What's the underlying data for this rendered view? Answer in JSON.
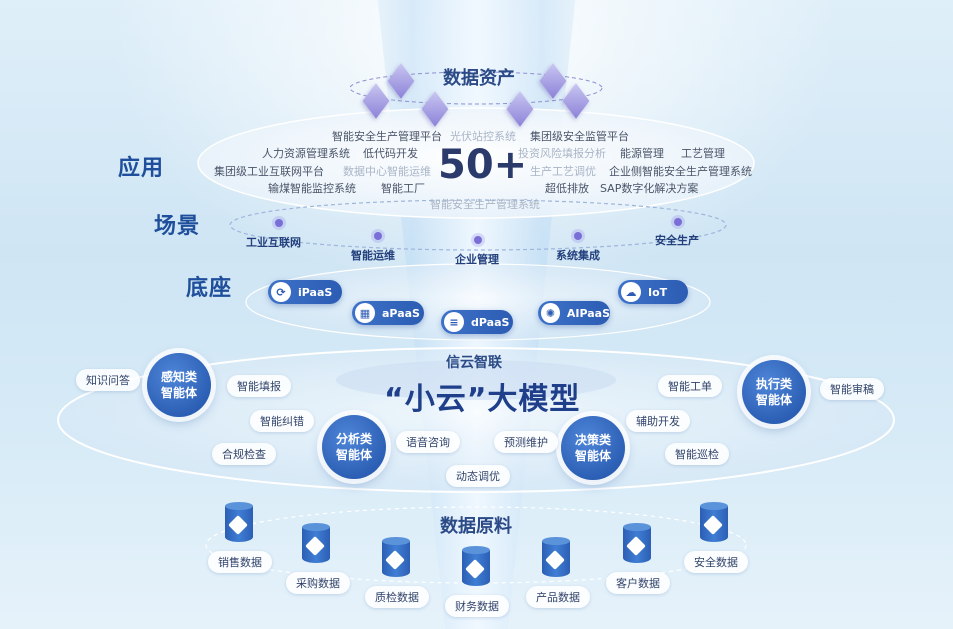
{
  "side_labels": {
    "apps": "应用",
    "scenes": "场景",
    "base": "底座"
  },
  "data_assets": {
    "title": "数据资产"
  },
  "applications": {
    "count": "50+",
    "items": [
      {
        "text": "智能安全生产管理平台",
        "faded": false
      },
      {
        "text": "光伏站控系统",
        "faded": true
      },
      {
        "text": "集团级安全监管平台",
        "faded": false
      },
      {
        "text": "人力资源管理系统",
        "faded": false
      },
      {
        "text": "低代码开发",
        "faded": false
      },
      {
        "text": "投资风险填报分析",
        "faded": true
      },
      {
        "text": "能源管理",
        "faded": false
      },
      {
        "text": "工艺管理",
        "faded": false
      },
      {
        "text": "集团级工业互联网平台",
        "faded": false
      },
      {
        "text": "数据中心智能运维",
        "faded": true
      },
      {
        "text": "生产工艺调优",
        "faded": true
      },
      {
        "text": "企业侧智能安全生产管理系统",
        "faded": false
      },
      {
        "text": "输煤智能监控系统",
        "faded": false
      },
      {
        "text": "智能工厂",
        "faded": false
      },
      {
        "text": "超低排放",
        "faded": false
      },
      {
        "text": "SAP数字化解决方案",
        "faded": false
      },
      {
        "text": "智能安全生产管理系统",
        "faded": true
      }
    ]
  },
  "scenes": [
    "工业互联网",
    "智能运维",
    "企业管理",
    "系统集成",
    "安全生产"
  ],
  "platform": [
    {
      "label": "iPaaS",
      "icon": "cycle-icon"
    },
    {
      "label": "aPaaS",
      "icon": "grid-icon"
    },
    {
      "label": "dPaaS",
      "icon": "stack-icon"
    },
    {
      "label": "AIPaaS",
      "icon": "brain-icon"
    },
    {
      "label": "IoT",
      "icon": "cloud-icon"
    }
  ],
  "model": {
    "org": "信云智联",
    "name": "“小云”大模型"
  },
  "agents": [
    {
      "line1": "感知类",
      "line2": "智能体"
    },
    {
      "line1": "分析类",
      "line2": "智能体"
    },
    {
      "line1": "决策类",
      "line2": "智能体"
    },
    {
      "line1": "执行类",
      "line2": "智能体"
    }
  ],
  "capabilities": [
    "知识问答",
    "智能填报",
    "智能纠错",
    "合规检查",
    "语音咨询",
    "预测维护",
    "动态调优",
    "辅助开发",
    "智能工单",
    "智能巡检",
    "智能审稿"
  ],
  "raw_data": {
    "title": "数据原料",
    "items": [
      "销售数据",
      "采购数据",
      "质检数据",
      "财务数据",
      "产品数据",
      "客户数据",
      "安全数据"
    ]
  }
}
